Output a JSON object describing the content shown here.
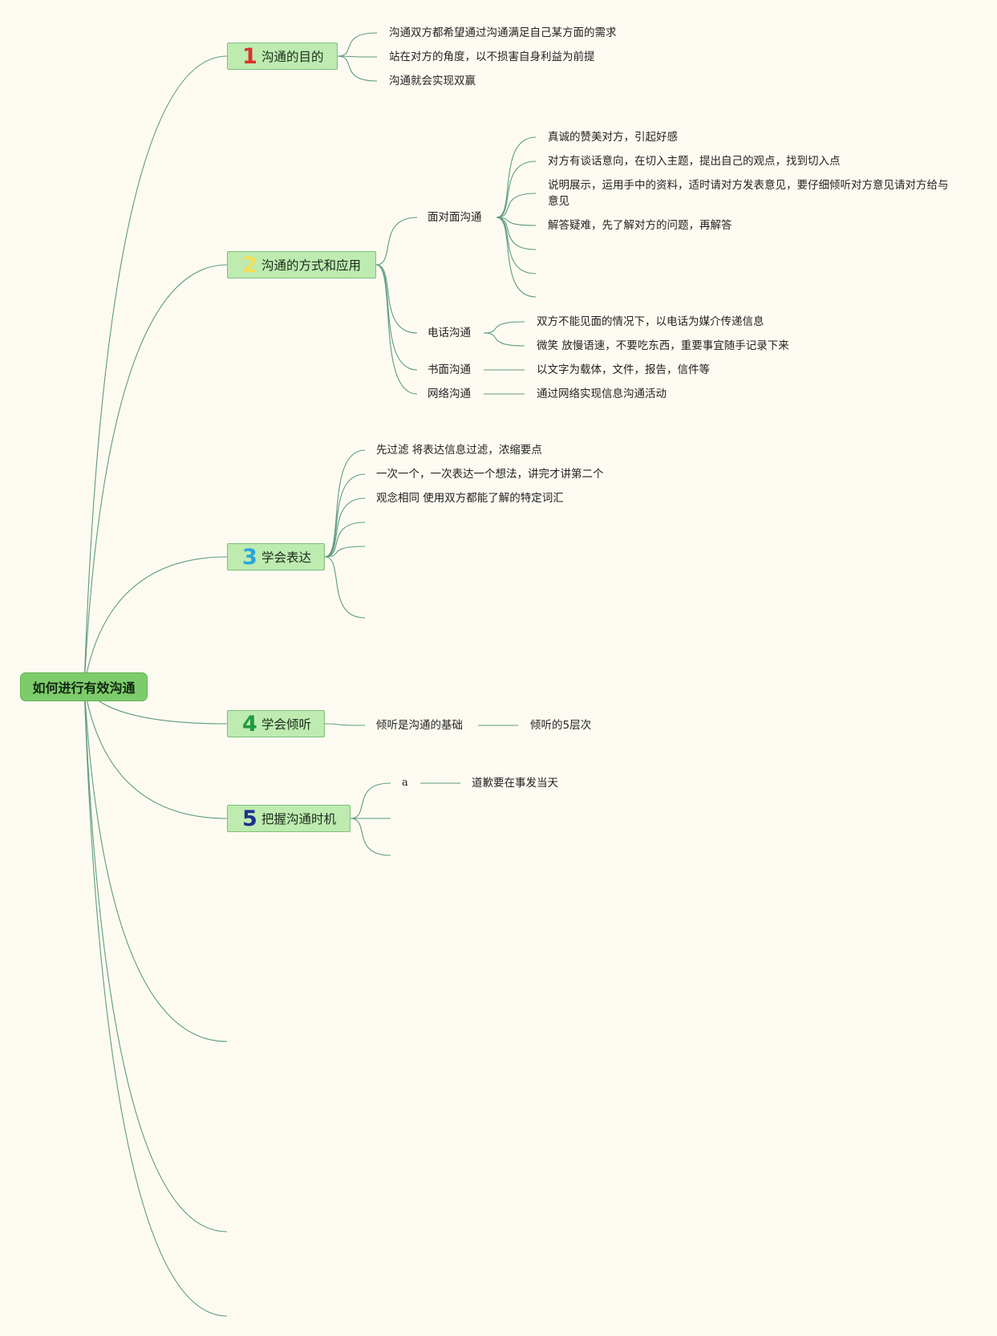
{
  "root": {
    "label": "如何进行有效沟通"
  },
  "branches": [
    {
      "num": "1",
      "num_color": "#d9322c",
      "label": "沟通的目的",
      "children": [
        "沟通双方都希望通过沟通满足自己某方面的需求",
        "站在对方的角度，以不损害自身利益为前提",
        "沟通就会实现双赢"
      ]
    },
    {
      "num": "2",
      "num_color": "#f3dd5a",
      "label": "沟通的方式和应用",
      "sub": [
        {
          "label": "面对面沟通",
          "children": [
            "真诚的赞美对方，引起好感",
            "对方有谈话意向，在切入主题，提出自己的观点，找到切入点",
            "说明展示，运用手中的资料，适时请对方发表意见，要仔细倾听对方意见请对方给与意见",
            "解答疑难，先了解对方的问题，再解答"
          ]
        },
        {
          "label": "电话沟通",
          "children": [
            "双方不能见面的情况下，以电话为媒介传递信息",
            "微笑 放慢语速，不要吃东西，重要事宜随手记录下来"
          ]
        },
        {
          "label": "书面沟通",
          "children": [
            "以文字为载体，文件，报告，信件等"
          ]
        },
        {
          "label": "网络沟通",
          "children": [
            "通过网络实现信息沟通活动"
          ]
        }
      ]
    },
    {
      "num": "3",
      "num_color": "#2aa5e0",
      "label": "学会表达",
      "children": [
        "先过滤 将表达信息过滤，浓缩要点",
        "一次一个，一次表达一个想法，讲完才讲第二个",
        "观念相同 使用双方都能了解的特定词汇"
      ]
    },
    {
      "num": "4",
      "num_color": "#1f9a3c",
      "label": "学会倾听",
      "children": [
        "倾听是沟通的基础",
        "倾听的5层次"
      ]
    },
    {
      "num": "5",
      "num_color": "#1f2f8a",
      "label": "把握沟通时机",
      "children": [
        "a",
        "道歉要在事发当天"
      ]
    }
  ],
  "colors": {
    "background": "#fdfbf1",
    "link": "#5e9a82",
    "root_fill": "#7dcc6b",
    "topic_fill": "#bdebb0",
    "topic_border": "#80bf7a"
  }
}
